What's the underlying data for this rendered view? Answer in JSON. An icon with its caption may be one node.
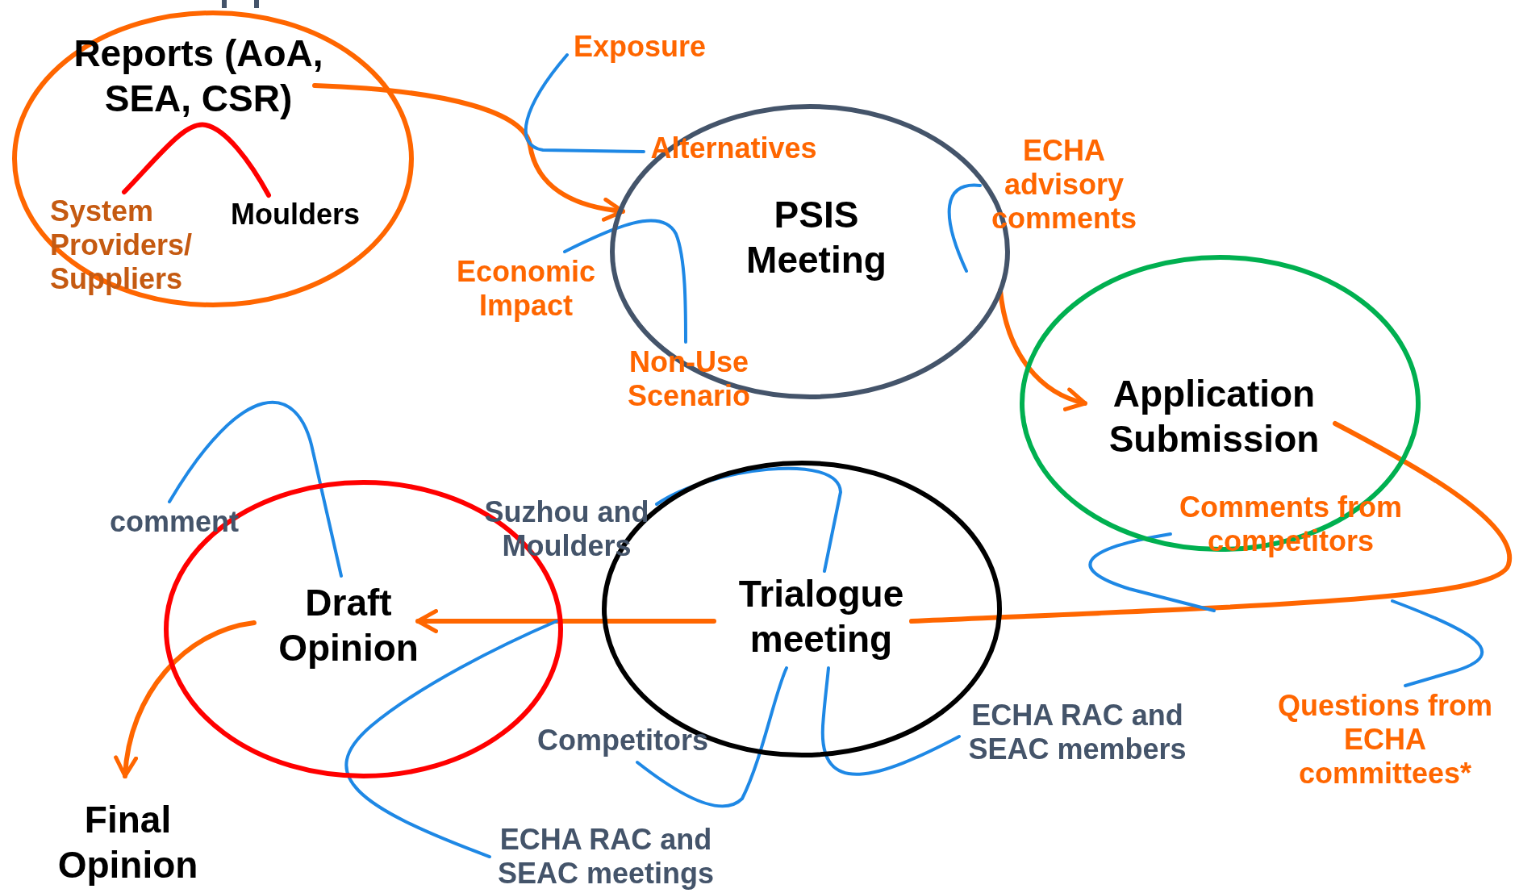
{
  "diagram": {
    "nodes": [
      {
        "text": [
          "Reports (AoA, SEA, CSR)"
        ]
      },
      {
        "text": [
          "System Providers/ Suppliers"
        ],
        "in": 0
      },
      {
        "text": [
          "Moulders"
        ],
        "in": 0
      },
      {
        "text": [
          "PSIS Meeting"
        ]
      },
      {
        "text": [
          "Application Submission"
        ]
      },
      {
        "text": [
          "Trialogue meeting"
        ]
      },
      {
        "text": [
          "Draft Opinion"
        ]
      },
      {
        "text": [
          "Final Opinion"
        ]
      },
      {
        "text": [
          "Exposure"
        ]
      },
      {
        "text": [
          "Alternatives"
        ],
        "in": 3
      },
      {
        "text": [
          "Economic Impact"
        ]
      },
      {
        "text": [
          "Non-Use Scenario"
        ]
      },
      {
        "text": [
          "ECHA advisory comments"
        ]
      },
      {
        "text": [
          "Comments from competitors"
        ]
      },
      {
        "text": [
          "Questions from ECHA committees*"
        ]
      },
      {
        "text": [
          "comment"
        ]
      },
      {
        "text": [
          "Suzhou and Moulders"
        ]
      },
      {
        "text": [
          "Competitors"
        ]
      },
      {
        "text": [
          "ECHA RAC and SEAC members"
        ]
      },
      {
        "text": [
          "ECHA RAC and SEAC meetings"
        ]
      }
    ],
    "edges": [
      {
        "from": 0,
        "to": 3,
        "arrow": "to",
        "color": "#ff6600"
      },
      {
        "from": 3,
        "to": 4,
        "arrow": "to",
        "color": "#ff6600"
      },
      {
        "from": 4,
        "to": 5,
        "arrow": "none",
        "color": "#ff6600"
      },
      {
        "from": 5,
        "to": 6,
        "arrow": "to",
        "color": "#ff6600"
      },
      {
        "from": 6,
        "to": 7,
        "arrow": "to",
        "color": "#ff6600"
      },
      {
        "from": 1,
        "to": 2,
        "arrow": "none",
        "color": "#ff0000"
      },
      {
        "from": 8,
        "to": 9,
        "arrow": "none"
      },
      {
        "from": 10,
        "to": 11,
        "arrow": "none"
      },
      {
        "from": 12,
        "to": 3,
        "arrow": "none"
      },
      {
        "from": 13,
        "to": null,
        "arrow": "none"
      },
      {
        "from": 14,
        "to": null,
        "arrow": "none"
      },
      {
        "from": 15,
        "to": 6,
        "arrow": "none"
      },
      {
        "from": 16,
        "to": 5,
        "arrow": "none"
      },
      {
        "from": 17,
        "to": 5,
        "arrow": "none"
      },
      {
        "from": 18,
        "to": 5,
        "arrow": "none"
      },
      {
        "from": 19,
        "to": 6,
        "arrow": "none"
      }
    ]
  }
}
